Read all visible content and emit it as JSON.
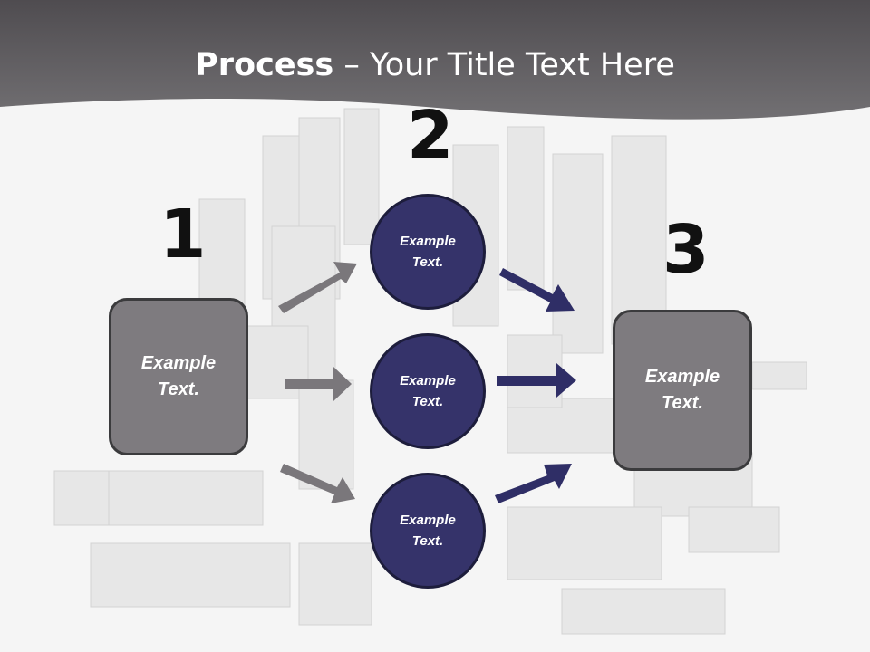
{
  "header": {
    "title_bold": "Process",
    "title_rest": " – Your Title Text Here"
  },
  "steps": [
    {
      "number": "1"
    },
    {
      "number": "2"
    },
    {
      "number": "3"
    }
  ],
  "left_box": {
    "label": "Example\nText."
  },
  "right_box": {
    "label": "Example\nText."
  },
  "circles": [
    {
      "label": "Example\nText."
    },
    {
      "label": "Example\nText."
    },
    {
      "label": "Example\nText."
    }
  ],
  "colors": {
    "header": "#5b585c",
    "box": "#7e7b7f",
    "circle": "#35336a",
    "arrow_gray": "#7a777b",
    "arrow_navy": "#2f2e66"
  }
}
